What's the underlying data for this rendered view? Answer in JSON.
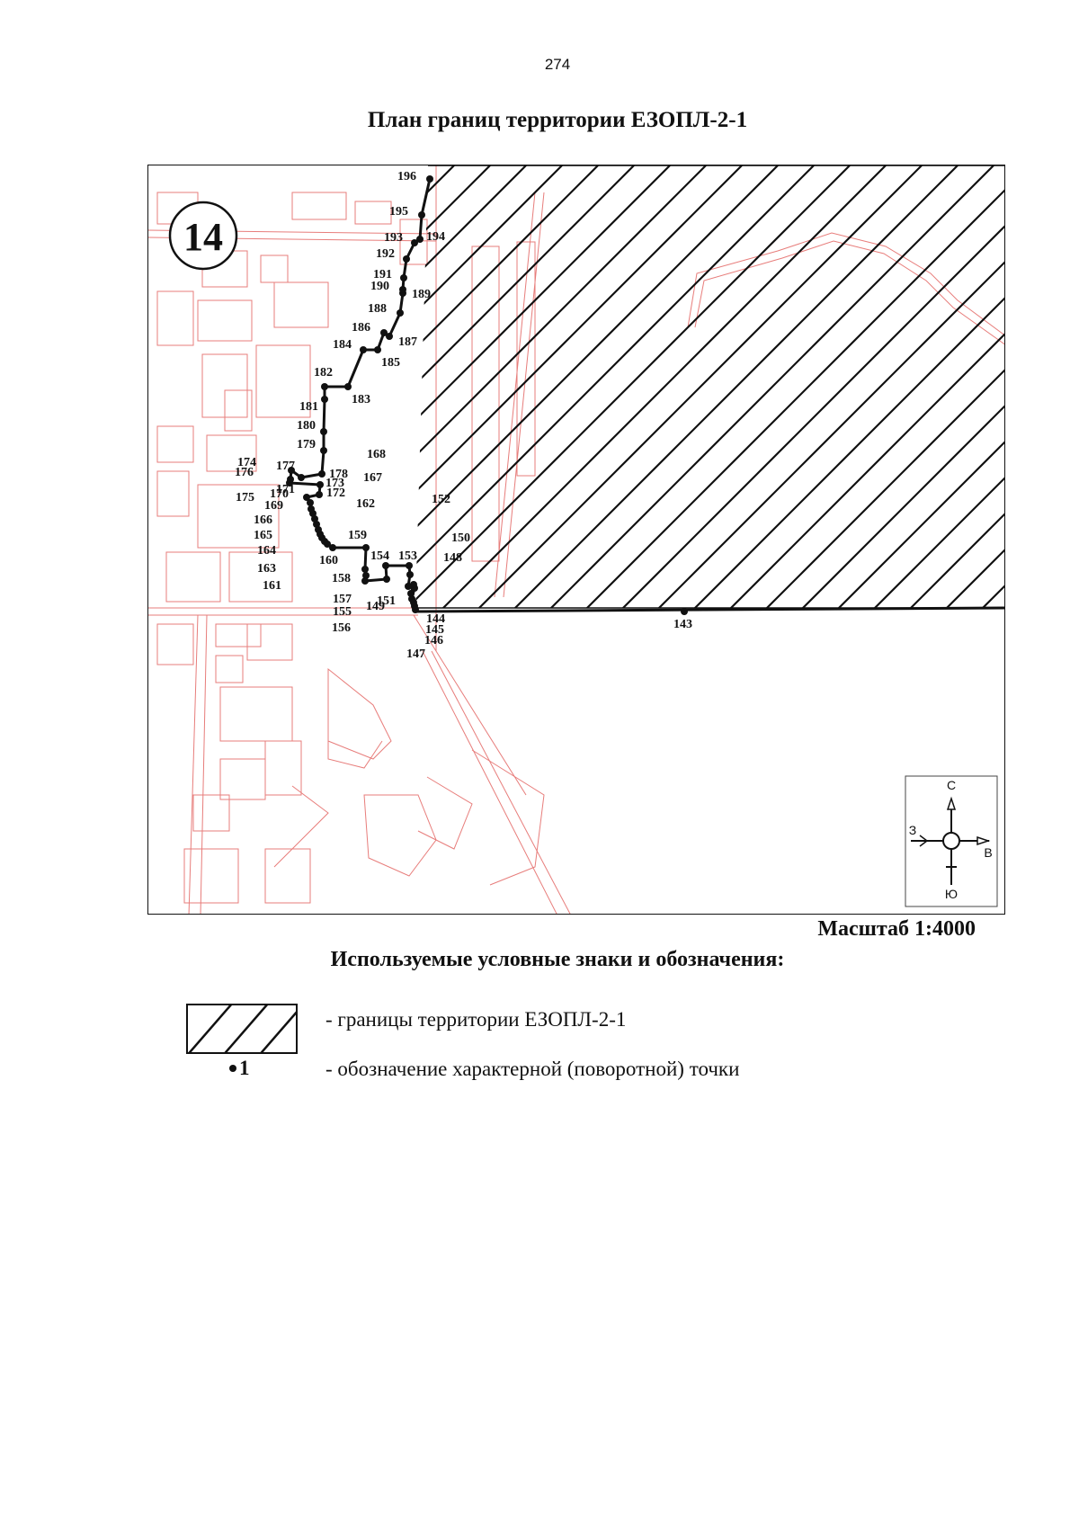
{
  "page": {
    "number": "274",
    "title": "План границ территории ЕЗОПЛ-2-1"
  },
  "map": {
    "sheet_number": "14",
    "scale_label": "Масштаб 1:4000",
    "compass": {
      "north": "С",
      "south": "Ю",
      "west": "З",
      "east": "В"
    },
    "boundary_color": "#111111",
    "cadastre_color": "#e0524f",
    "hatch_color": "#111111",
    "point_labels": [
      "143",
      "144",
      "145",
      "146",
      "147",
      "148",
      "149",
      "150",
      "151",
      "152",
      "153",
      "154",
      "155",
      "156",
      "157",
      "158",
      "159",
      "160",
      "161",
      "162",
      "163",
      "164",
      "165",
      "166",
      "167",
      "168",
      "169",
      "170",
      "171",
      "172",
      "173",
      "174",
      "175",
      "176",
      "177",
      "178",
      "179",
      "180",
      "181",
      "182",
      "183",
      "184",
      "185",
      "186",
      "187",
      "188",
      "189",
      "190",
      "191",
      "192",
      "193",
      "194",
      "195",
      "196"
    ]
  },
  "legend": {
    "title": "Используемые условные знаки и обозначения:",
    "items": [
      {
        "symbol": "hatched-area",
        "text": "- границы территории ЕЗОПЛ-2-1"
      },
      {
        "symbol": "point",
        "label": "1",
        "text": "- обозначение характерной (поворотной) точки"
      }
    ]
  }
}
